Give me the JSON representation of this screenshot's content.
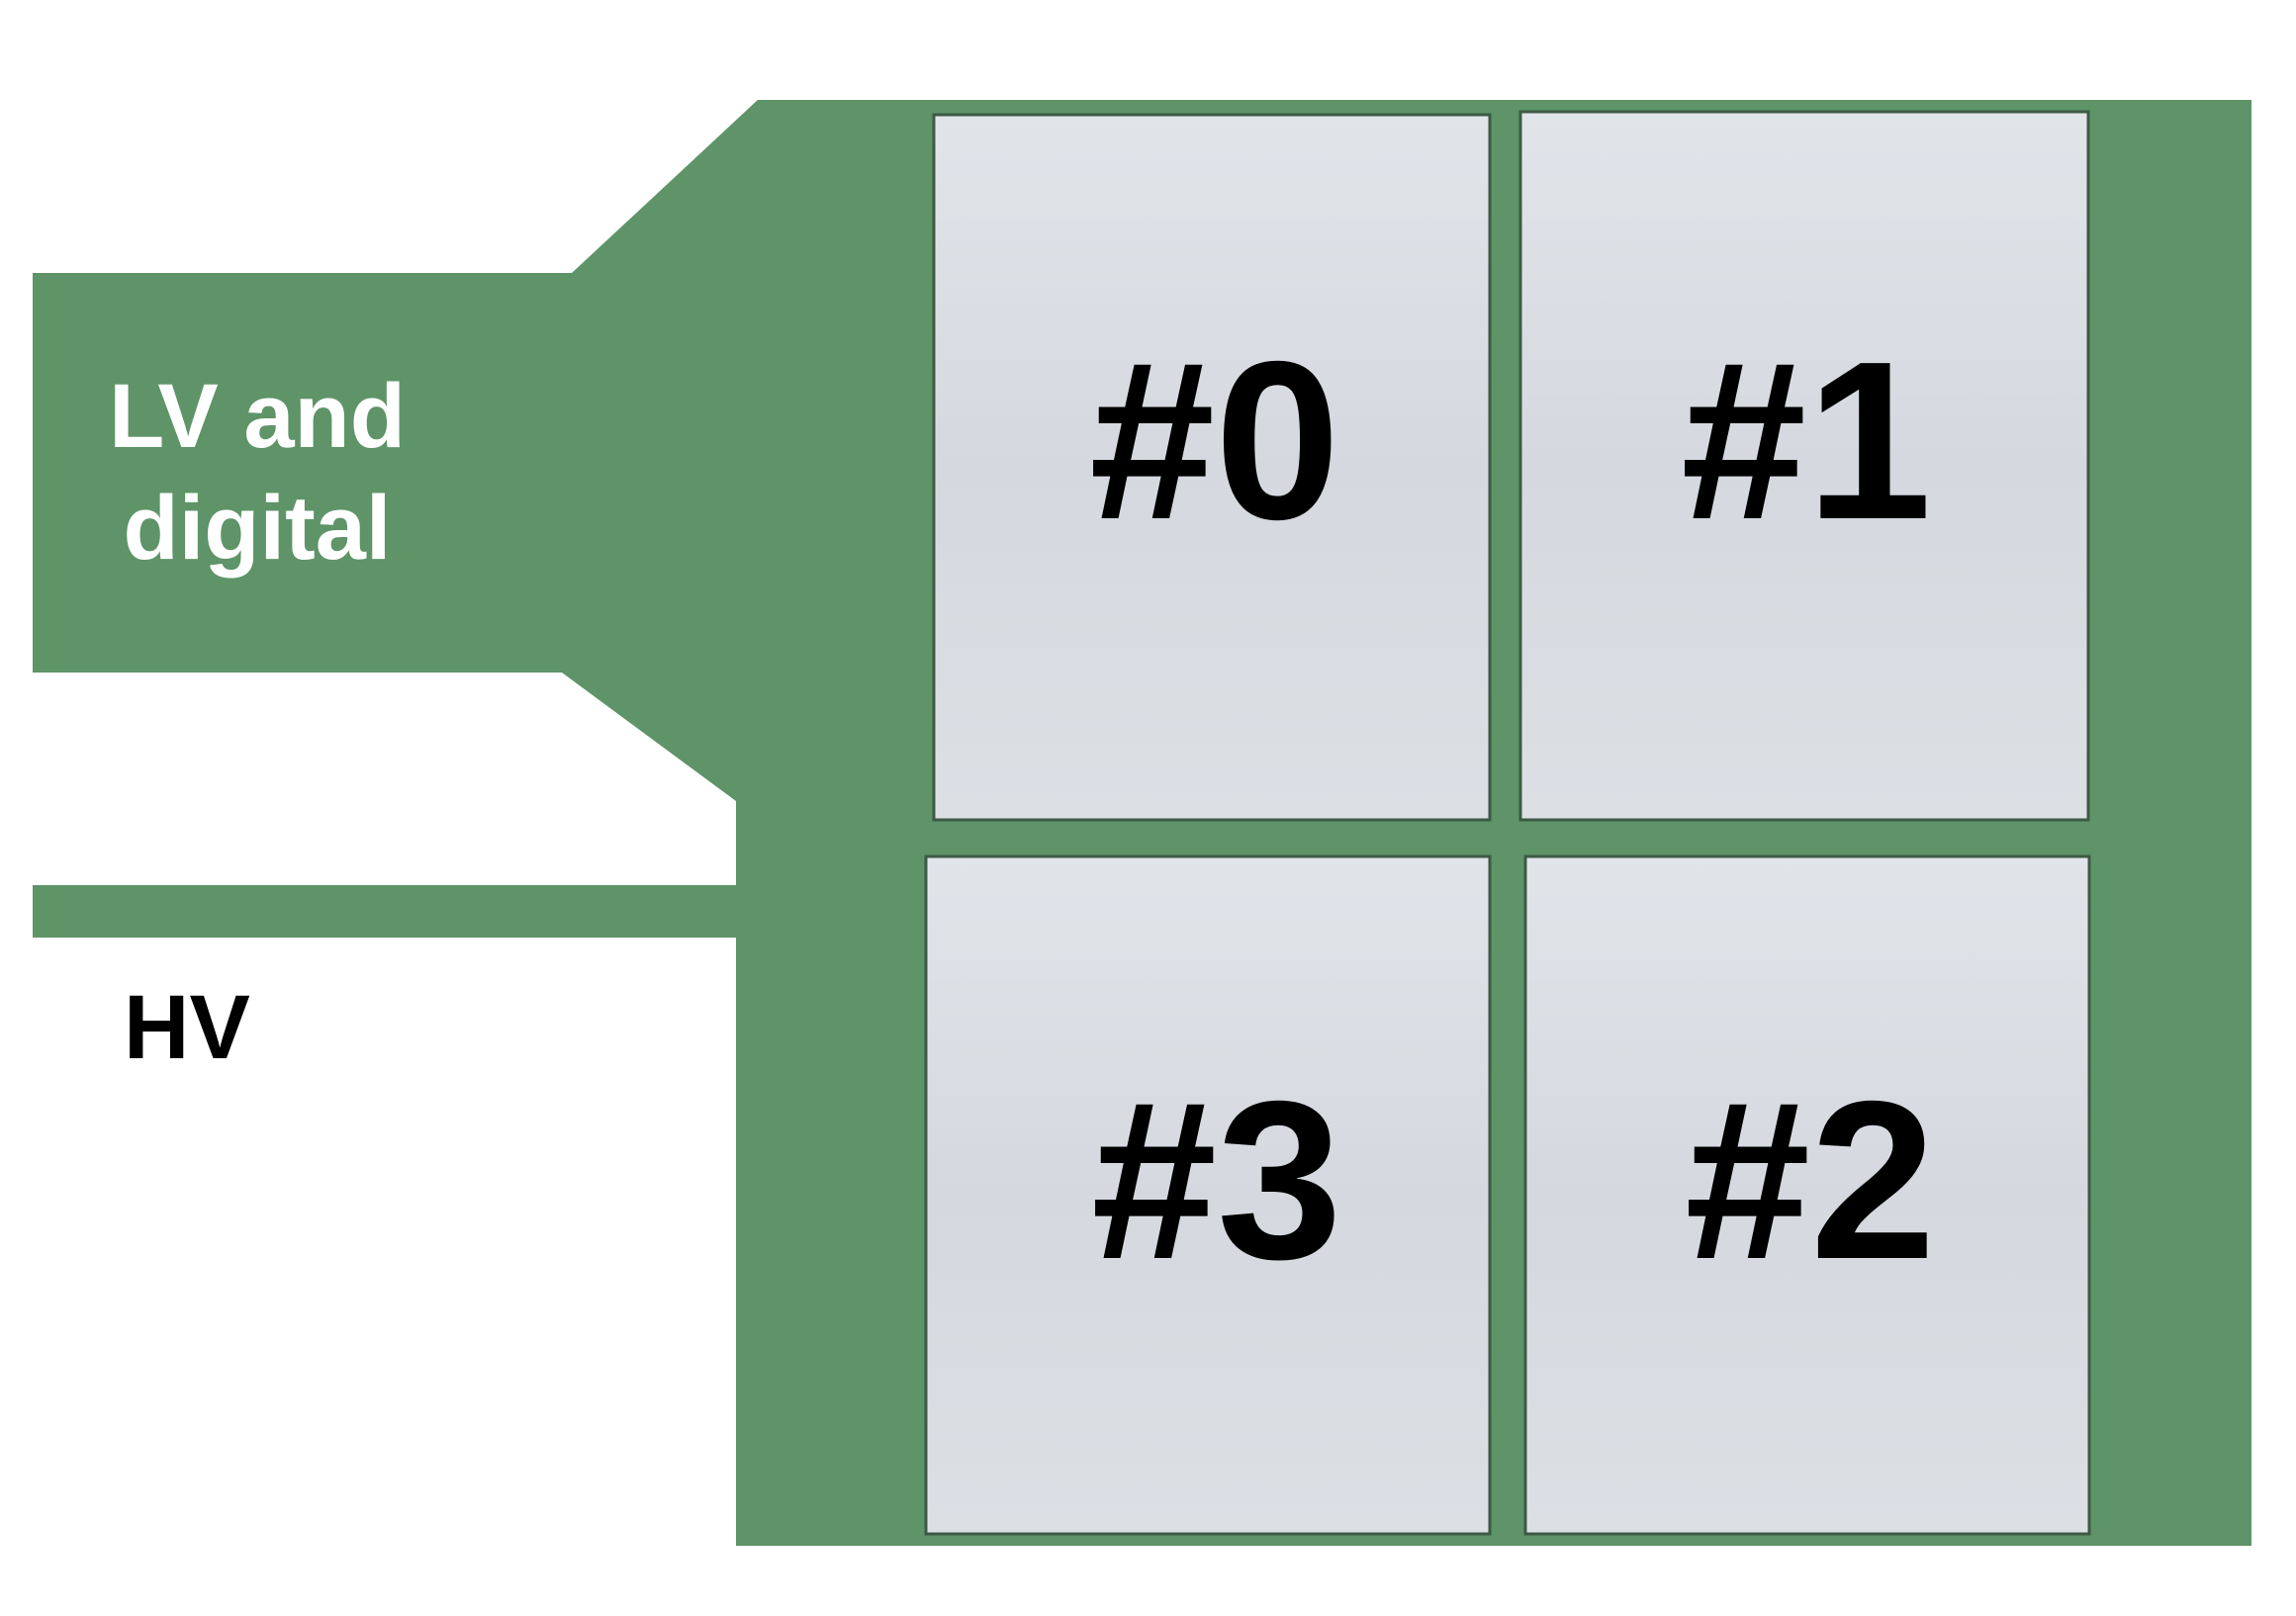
{
  "labels": {
    "lv_line1": "LV and",
    "lv_line2": "digital",
    "hv": "HV"
  },
  "sensors": [
    {
      "id": "sensor-0",
      "label": "#0",
      "position": "top-left"
    },
    {
      "id": "sensor-1",
      "label": "#1",
      "position": "top-right"
    },
    {
      "id": "sensor-3",
      "label": "#3",
      "position": "bottom-left"
    },
    {
      "id": "sensor-2",
      "label": "#2",
      "position": "bottom-right"
    }
  ],
  "colors": {
    "pcb_green": "#5e9468",
    "sensor_grey": "#d9dde3",
    "background": "#ffffff"
  }
}
